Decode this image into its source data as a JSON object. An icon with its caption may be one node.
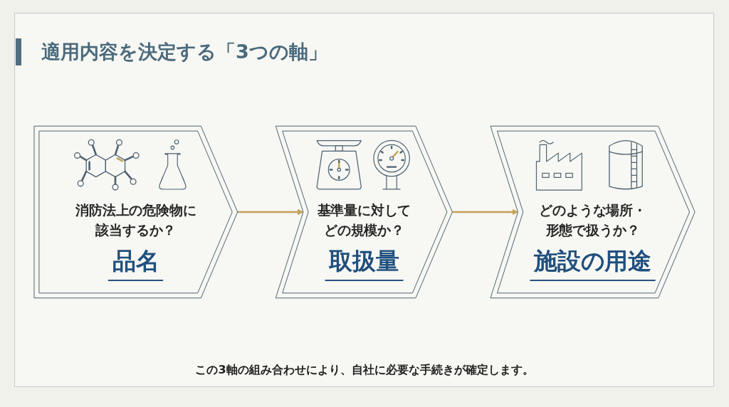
{
  "diagram": {
    "title": "適用内容を決定する「3つの軸」",
    "nodes": [
      {
        "text": [
          "消防法上の危険物に該当するか？",
          "品名"
        ]
      },
      {
        "text": [
          "基準量に対してどの規模か？",
          "取扱量"
        ]
      },
      {
        "text": [
          "どのような場所・形態で扱うか？",
          "施設の用途"
        ]
      }
    ],
    "edges": [
      {
        "from": 0,
        "to": 1,
        "arrow": "to"
      },
      {
        "from": 1,
        "to": 2,
        "arrow": "to"
      }
    ],
    "caption": "この3軸の組み合わせにより、自社に必要な手続きが確定します。"
  }
}
